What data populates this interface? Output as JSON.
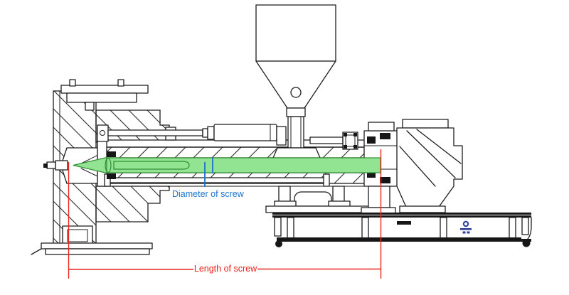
{
  "page": {
    "background": "#ffffff"
  },
  "labels": {
    "diameter": "Diameter of screw",
    "length": "Length of screw"
  },
  "colors": {
    "screw_fill": "#92e492",
    "screw_stroke": "#2f8d32",
    "dimension_red": "#ee231e",
    "label_blue": "#1b74cc",
    "logo_blue": "#2b3d9d",
    "line_art": "#1c1c1c"
  },
  "icons": {
    "brand_logo": "brand-logo-emblem"
  }
}
